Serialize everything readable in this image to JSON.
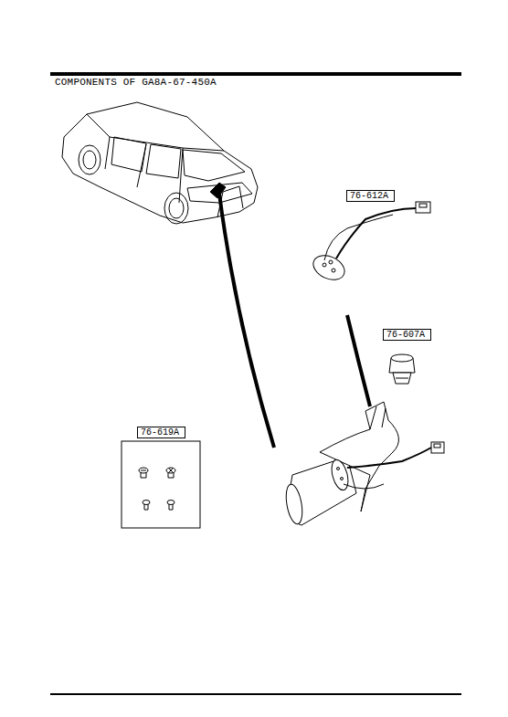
{
  "diagram": {
    "title": "COMPONENTS OF GA8A-67-450A",
    "nodes": [
      {
        "text": [
          "76-612A"
        ]
      },
      {
        "text": [
          "76-607A"
        ]
      },
      {
        "text": [
          "76-619A"
        ]
      }
    ]
  }
}
